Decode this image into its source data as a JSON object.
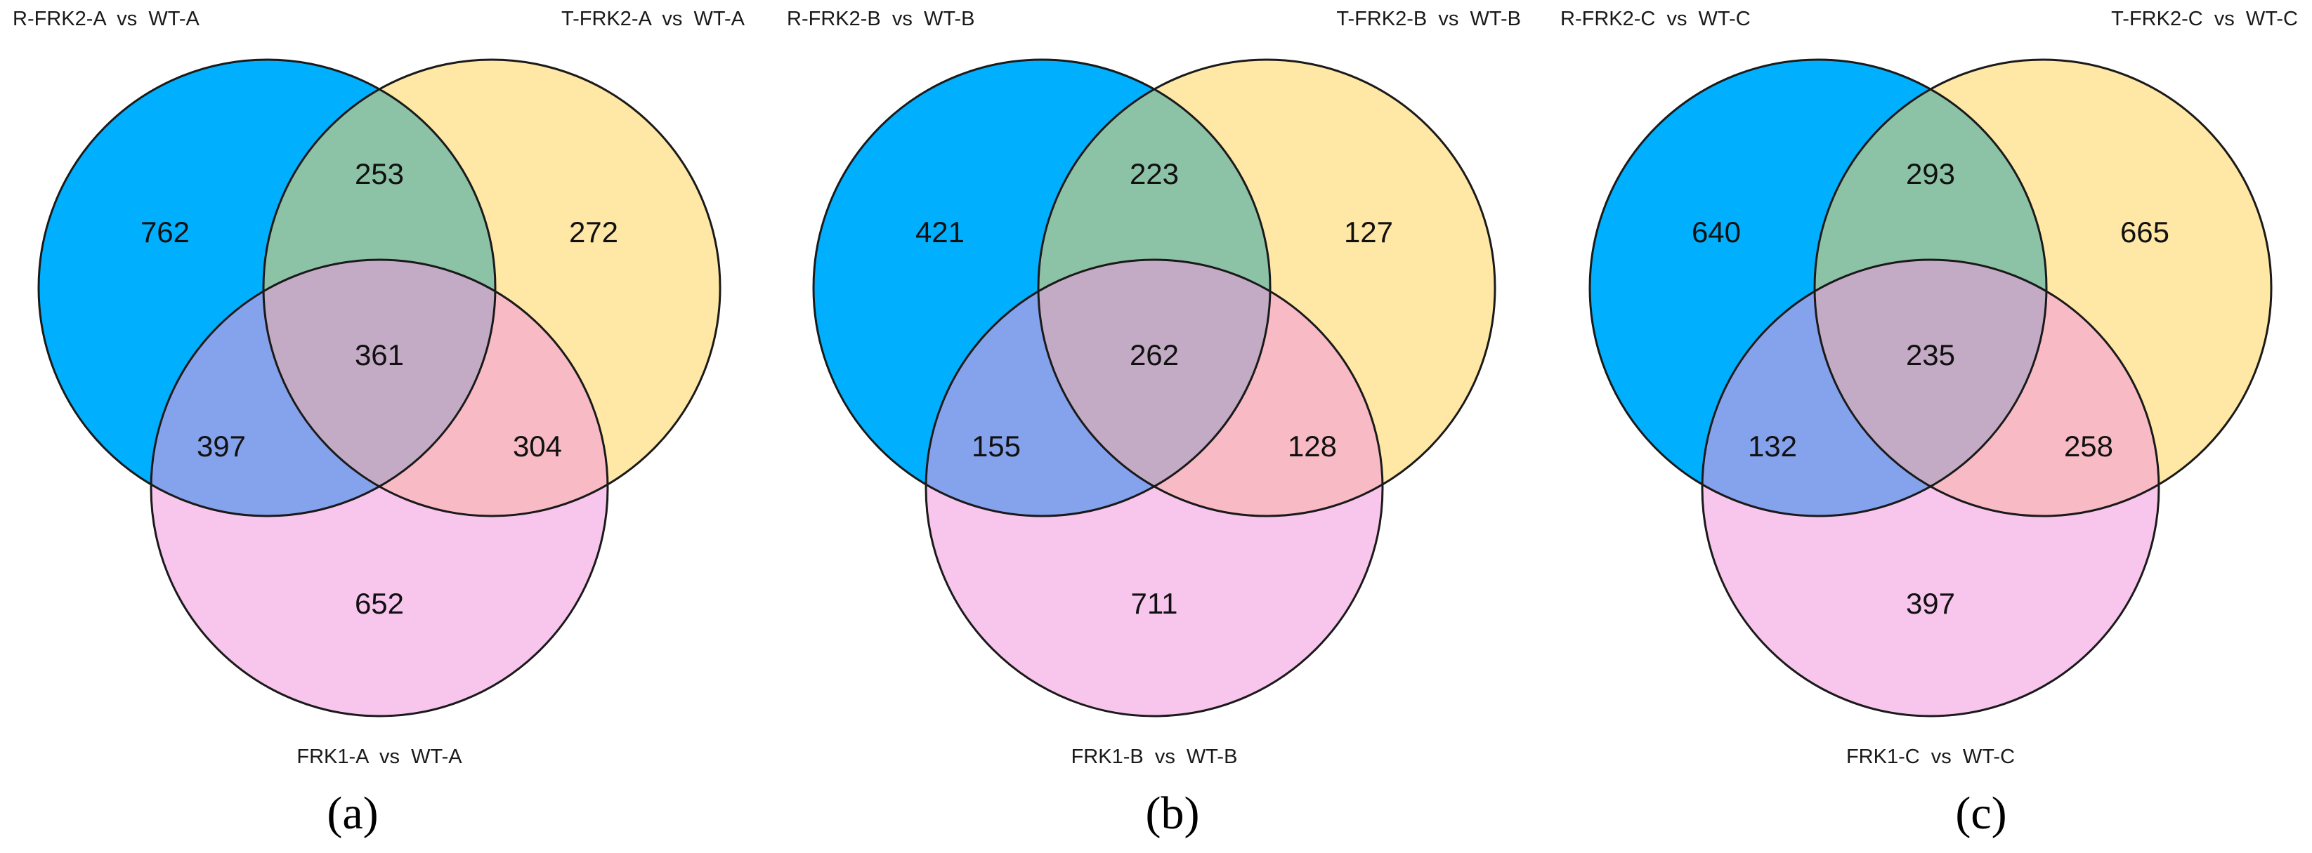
{
  "colors": {
    "set_a": "#00b0ff",
    "set_b": "#ffd45c",
    "set_c": "#f397de",
    "outline": "#1a1a1a"
  },
  "panels": [
    {
      "letter": "(a)",
      "sets": {
        "a": "R-FRK2-A  vs  WT-A",
        "b": "T-FRK2-A  vs  WT-A",
        "c": "FRK1-A  vs  WT-A"
      },
      "regions": {
        "a_only": "762",
        "b_only": "272",
        "c_only": "652",
        "ab": "253",
        "ac": "397",
        "bc": "304",
        "abc": "361"
      }
    },
    {
      "letter": "(b)",
      "sets": {
        "a": "R-FRK2-B  vs  WT-B",
        "b": "T-FRK2-B  vs  WT-B",
        "c": "FRK1-B  vs  WT-B"
      },
      "regions": {
        "a_only": "421",
        "b_only": "127",
        "c_only": "711",
        "ab": "223",
        "ac": "155",
        "bc": "128",
        "abc": "262"
      }
    },
    {
      "letter": "(c)",
      "sets": {
        "a": "R-FRK2-C  vs  WT-C",
        "b": "T-FRK2-C  vs  WT-C",
        "c": "FRK1-C  vs  WT-C"
      },
      "regions": {
        "a_only": "640",
        "b_only": "665",
        "c_only": "397",
        "ab": "293",
        "ac": "132",
        "bc": "258",
        "abc": "235"
      }
    }
  ]
}
